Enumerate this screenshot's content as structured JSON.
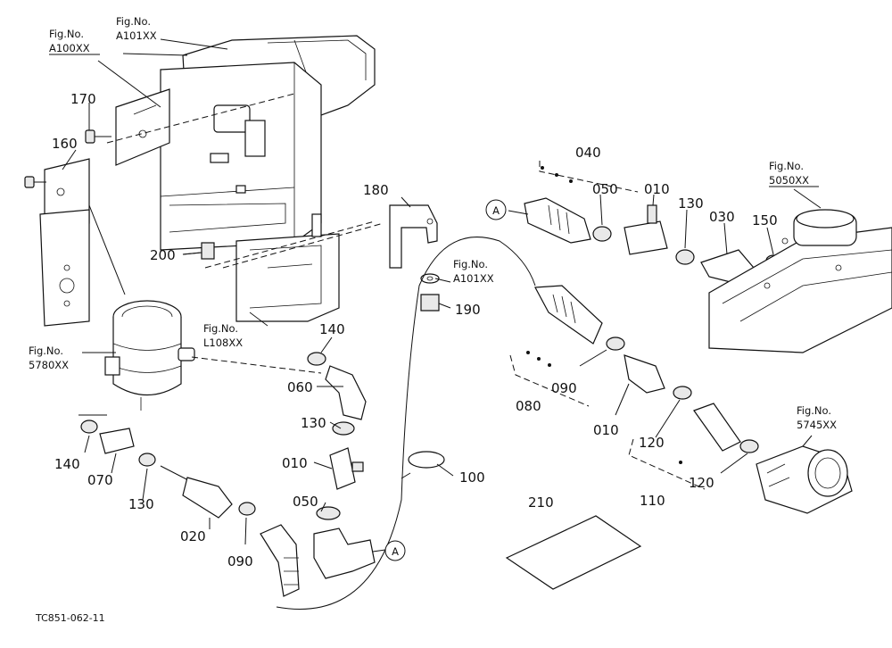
{
  "diagram": {
    "drawing_code": "TC851-062-11",
    "reference_marker": "A",
    "figure_refs": [
      {
        "id": "a100",
        "line1": "Fig.No.",
        "line2": "A100XX"
      },
      {
        "id": "a101_top",
        "line1": "Fig.No.",
        "line2": "A101XX"
      },
      {
        "id": "a101_mid",
        "line1": "Fig.No.",
        "line2": "A101XX"
      },
      {
        "id": "l108",
        "line1": "Fig.No.",
        "line2": "L108XX"
      },
      {
        "id": "f5780",
        "line1": "Fig.No.",
        "line2": "5780XX"
      },
      {
        "id": "f5050",
        "line1": "Fig.No.",
        "line2": "5050XX"
      },
      {
        "id": "f5745",
        "line1": "Fig.No.",
        "line2": "5745XX"
      }
    ],
    "part_labels": {
      "p170": "170",
      "p160": "160",
      "p200": "200",
      "p180": "180",
      "p190": "190",
      "p140a": "140",
      "p140b": "140",
      "p060": "060",
      "p130a": "130",
      "p130b": "130",
      "p130c": "130",
      "p010a": "010",
      "p010b": "010",
      "p010c": "010",
      "p050a": "050",
      "p050b": "050",
      "p100": "100",
      "p070": "070",
      "p020": "020",
      "p090a": "090",
      "p090b": "090",
      "p040": "040",
      "p030": "030",
      "p150": "150",
      "p080": "080",
      "p120a": "120",
      "p120b": "120",
      "p110": "110",
      "p210": "210"
    }
  }
}
